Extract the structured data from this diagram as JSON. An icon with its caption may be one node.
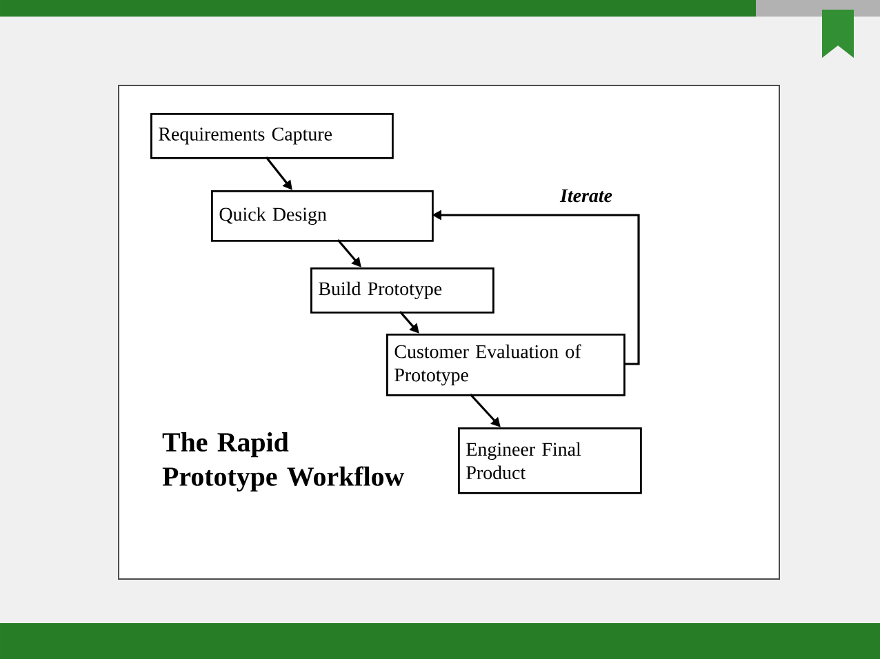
{
  "diagram": {
    "title": "The Rapid Prototype Workflow",
    "nodes": [
      {
        "text": [
          "Requirements Capture"
        ]
      },
      {
        "text": [
          "Quick Design"
        ]
      },
      {
        "text": [
          "Build Prototype"
        ]
      },
      {
        "text": [
          "Customer Evaluation of Prototype"
        ]
      },
      {
        "text": [
          "Engineer Final Product"
        ]
      }
    ],
    "edges": [
      {
        "from": 0,
        "to": 1,
        "arrow": "to"
      },
      {
        "from": 1,
        "to": 2,
        "arrow": "to"
      },
      {
        "from": 2,
        "to": 3,
        "arrow": "to"
      },
      {
        "from": 3,
        "to": 4,
        "arrow": "to"
      },
      {
        "from": 3,
        "to": 1,
        "arrow": "to",
        "label": "Iterate"
      }
    ]
  }
}
